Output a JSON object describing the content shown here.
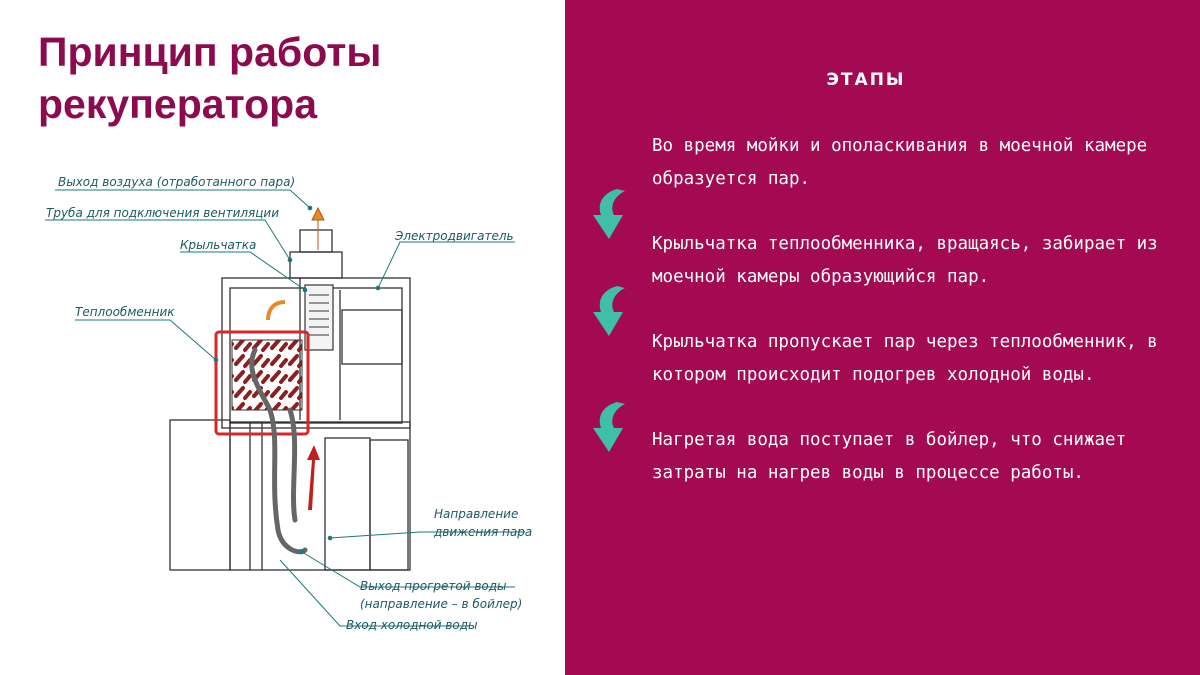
{
  "page": {
    "title_lines": [
      "Принцип работы",
      "рекуператора"
    ]
  },
  "diagram": {
    "labels": {
      "air_outlet": "Выход воздуха (отработанного пара)",
      "vent_pipe": "Труба для подключения вентиляции",
      "impeller": "Крыльчатка",
      "motor": "Электродвигатель",
      "heat_exchanger": "Теплообменник",
      "steam_direction_1": "Направление",
      "steam_direction_2": "движения пара",
      "hot_water_out_1": "Выход прогретой воды",
      "hot_water_out_2": "(направление – в бойлер)",
      "cold_water_in": "Вход холодной воды"
    }
  },
  "stages": {
    "heading": "ЭТАПЫ",
    "steps": [
      "Во время мойки и ополаскивания в моечной камере образуется пар.",
      "Крыльчатка теплообменника, вращаясь, забирает из моечной камеры образующийся пар.",
      "Крыльчатка пропускает пар через теплообменник, в котором происходит подогрев холодной воды.",
      "Нагретая вода поступает в бойлер, что снижает затраты на нагрев воды в процессе работы."
    ]
  },
  "colors": {
    "accent": "#a30a51",
    "title": "#8c0a4e",
    "arrow": "#3fbfa8",
    "label": "#1a5a66",
    "frame_highlight": "#d8262b"
  },
  "icons": [
    "arrow-down-curved-icon"
  ]
}
